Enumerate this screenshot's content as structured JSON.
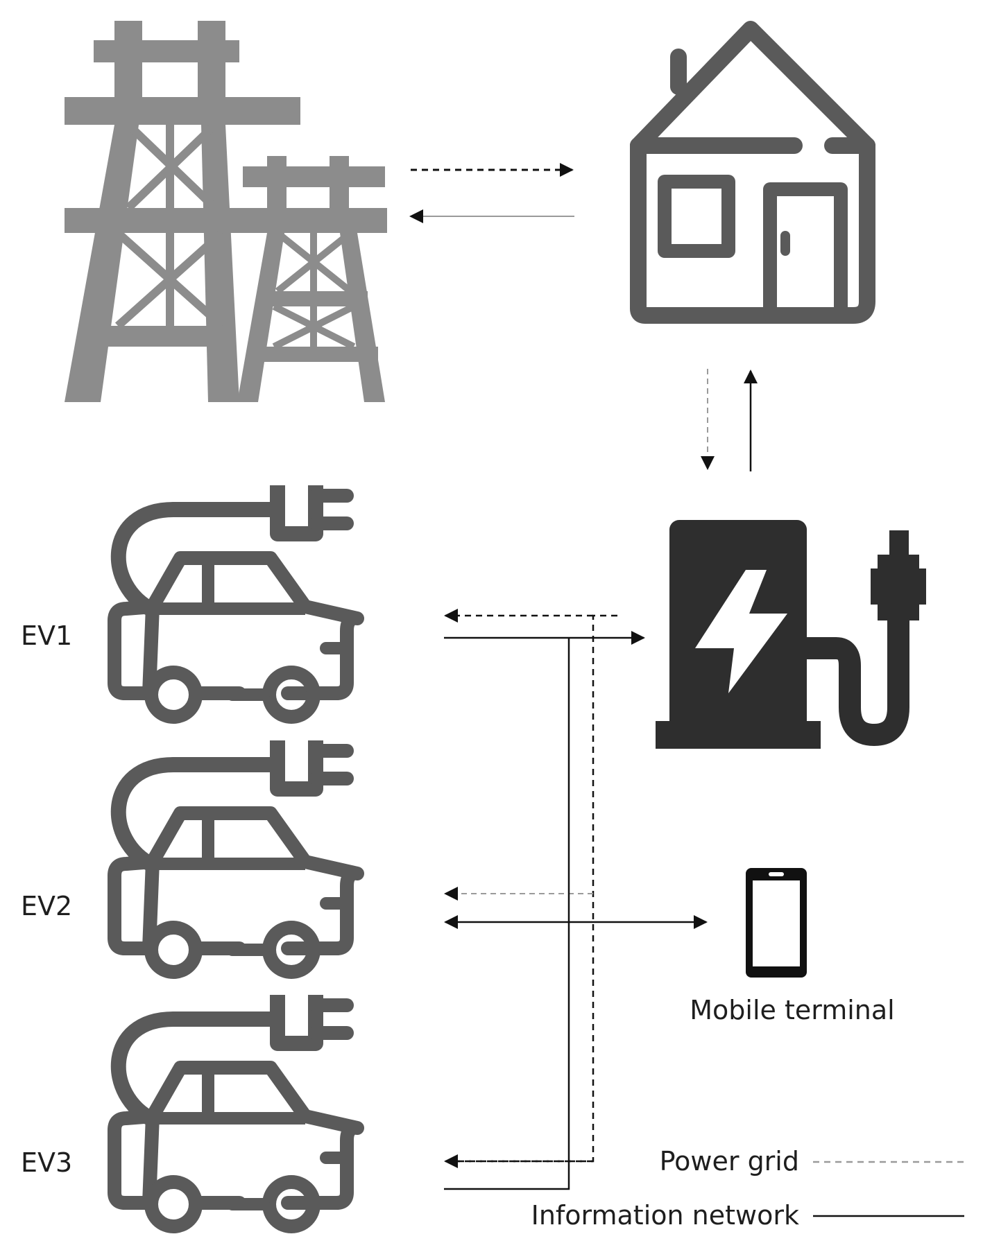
{
  "evs": [
    {
      "label": "EV1"
    },
    {
      "label": "EV2"
    },
    {
      "label": "EV3"
    }
  ],
  "mobile": {
    "label": "Mobile terminal"
  },
  "legend": [
    {
      "label": "Power grid",
      "style": "dashed"
    },
    {
      "label": "Information network",
      "style": "solid"
    }
  ],
  "icons": [
    "transmission-tower-icon",
    "house-icon",
    "charging-station-icon",
    "electric-car-icon",
    "mobile-phone-icon"
  ],
  "colors": {
    "icon_gray": "#5a5a5a",
    "tower_gray": "#8c8c8c",
    "station_dark": "#2e2e2e",
    "line_dark": "#111111",
    "line_light": "#9a9a9a"
  }
}
